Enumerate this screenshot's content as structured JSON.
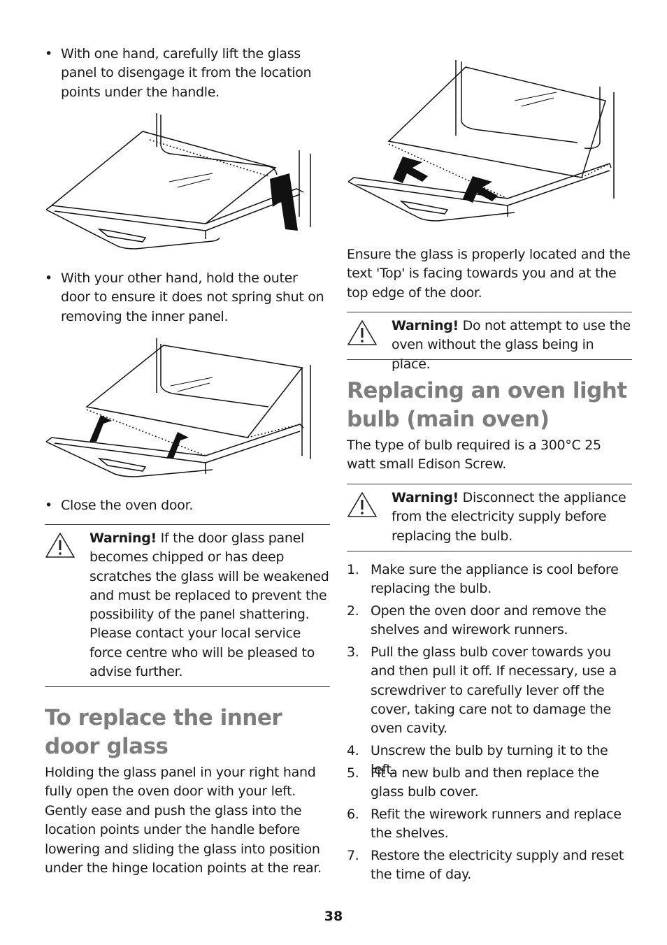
{
  "page_number": "38",
  "left": {
    "bullet1": "With one hand, carefully lift the glass panel to disengage it from the location points under the handle.",
    "bullet2": "With your other hand, hold the outer door to ensure it does not spring shut on removing the inner panel.",
    "bullet3": "Close the oven door.",
    "warning": {
      "label": "Warning!",
      "text": "If the door glass panel becomes chipped or has deep scratches the glass will be weakened and must be replaced to prevent the possibility of the panel shattering. Please contact your local service force centre who will be pleased to advise further."
    },
    "heading": "To replace the inner door glass",
    "para1": "Holding the glass panel in your right hand fully open the oven door with your left.",
    "para2": "Gently ease and push the glass into the location points under the handle before lowering and sliding the glass into position under the hinge location points at the rear."
  },
  "right": {
    "para1": "Ensure the glass is properly located and the text 'Top' is facing towards you and at the top edge of the door.",
    "warning1": {
      "label": "Warning!",
      "text": "Do not attempt to use the oven without the glass being in place."
    },
    "heading": "Replacing an oven light bulb (main oven)",
    "para2": "The type of bulb required is a 300°C 25 watt small Edison Screw.",
    "warning2": {
      "label": "Warning!",
      "text": "Disconnect the appliance from the electricity supply before replacing the bulb."
    },
    "steps": [
      {
        "n": "1.",
        "text": "Make sure the appliance is cool before replacing the bulb."
      },
      {
        "n": "2.",
        "text": "Open the oven door and remove the shelves and wirework runners."
      },
      {
        "n": "3.",
        "text": "Pull the glass bulb cover towards you and then pull it off. If necessary, use a screwdriver to carefully lever off the cover, taking care not to damage the oven cavity."
      },
      {
        "n": "4.",
        "text": "Unscrew the bulb by turning it to the left."
      },
      {
        "n": "5.",
        "text": "Fit a new bulb and then replace the glass bulb cover."
      },
      {
        "n": "6.",
        "text": "Refit the wirework runners and replace the shelves."
      },
      {
        "n": "7.",
        "text": "Restore the electricity supply and reset the time of day."
      }
    ]
  }
}
